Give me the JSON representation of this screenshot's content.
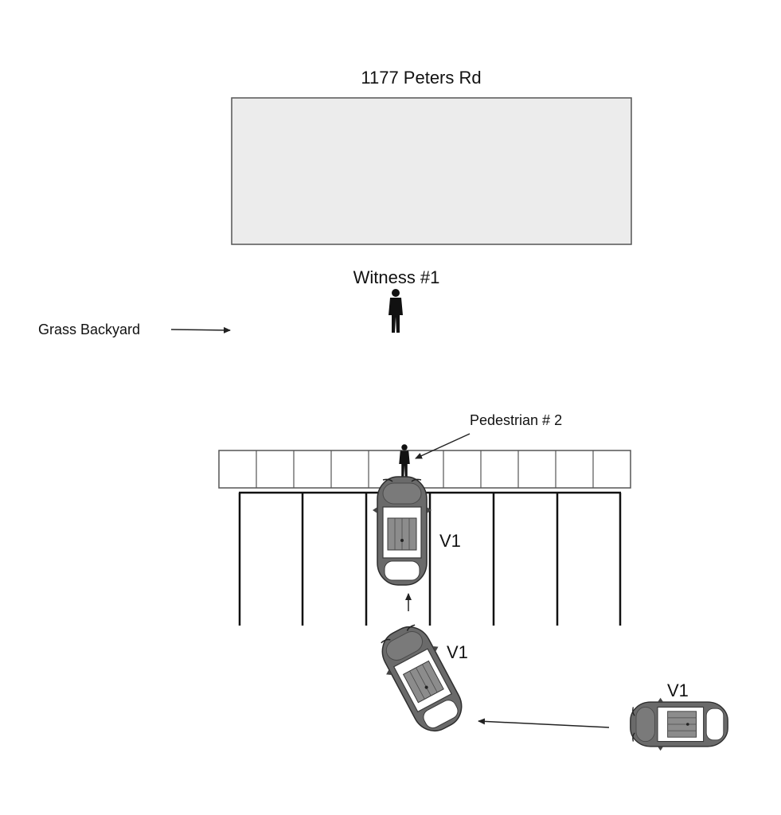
{
  "building": {
    "address": "1177 Peters Rd"
  },
  "witness": {
    "label": "Witness #1"
  },
  "grass": {
    "label": "Grass Backyard"
  },
  "pedestrian": {
    "label": "Pedestrian # 2"
  },
  "vehicles": [
    {
      "label": "V1",
      "position": "parked at sidewalk"
    },
    {
      "label": "V1",
      "position": "turning into parking space"
    },
    {
      "label": "V1",
      "position": "approaching from right"
    }
  ],
  "colors": {
    "building_fill": "#ececec",
    "outline": "#3a3a3a",
    "car_body": "#6a6a6a",
    "car_glass": "#ffffff"
  },
  "icons": [
    "person-icon",
    "car-icon",
    "arrow-icon"
  ]
}
